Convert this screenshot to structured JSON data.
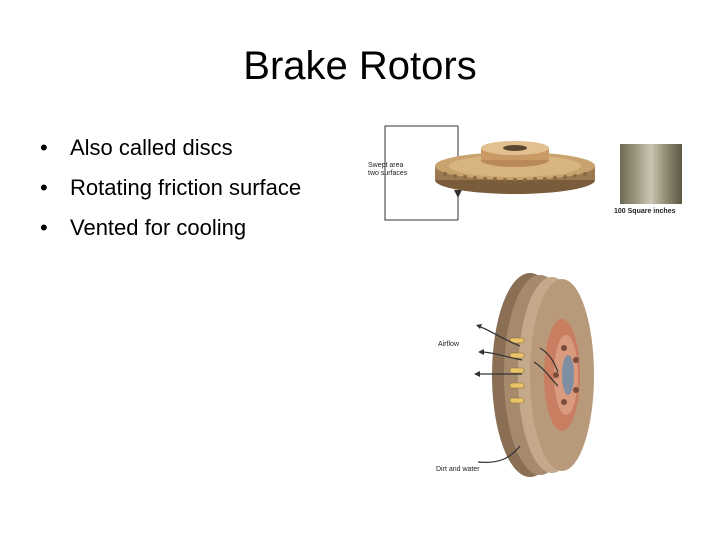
{
  "slide": {
    "title": "Brake Rotors",
    "bullets": [
      "Also called discs",
      "Rotating friction surface",
      "Vented for cooling"
    ]
  },
  "figures": {
    "swept_area_label": "Swept area two surfaces",
    "square_label": "100 Square inches",
    "airflow_label": "Airflow",
    "dirt_label": "Dirt and water"
  }
}
